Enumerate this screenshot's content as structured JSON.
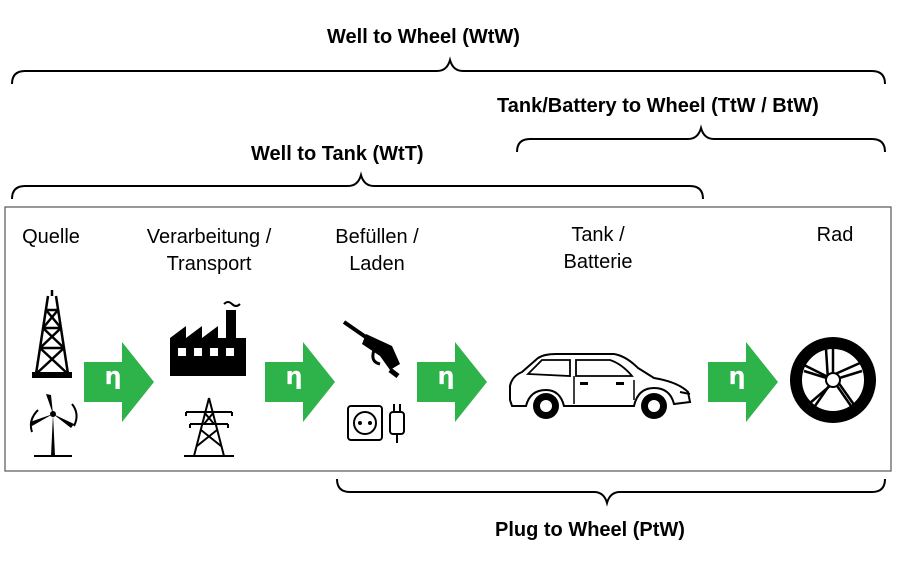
{
  "brackets": {
    "wtw": "Well to Wheel (WtW)",
    "ttw": "Tank/Battery to Wheel (TtW / BtW)",
    "wtt": "Well to Tank (WtT)",
    "ptw": "Plug to Wheel (PtW)"
  },
  "stages": {
    "quelle": {
      "line1": "Quelle"
    },
    "verarbeitung": {
      "line1": "Verarbeitung /",
      "line2": "Transport"
    },
    "befuellen": {
      "line1": "Befüllen /",
      "line2": "Laden"
    },
    "tank": {
      "line1": "Tank /",
      "line2": "Batterie"
    },
    "rad": {
      "line1": "Rad"
    }
  },
  "efficiency_symbol": "η",
  "colors": {
    "arrow": "#2db34a",
    "bracket": "#000000",
    "frame": "#555555"
  },
  "icons": [
    "oil-rig-icon",
    "wind-turbine-icon",
    "factory-icon",
    "power-pylon-icon",
    "fuel-nozzle-icon",
    "power-socket-plug-icon",
    "car-icon",
    "wheel-icon"
  ]
}
